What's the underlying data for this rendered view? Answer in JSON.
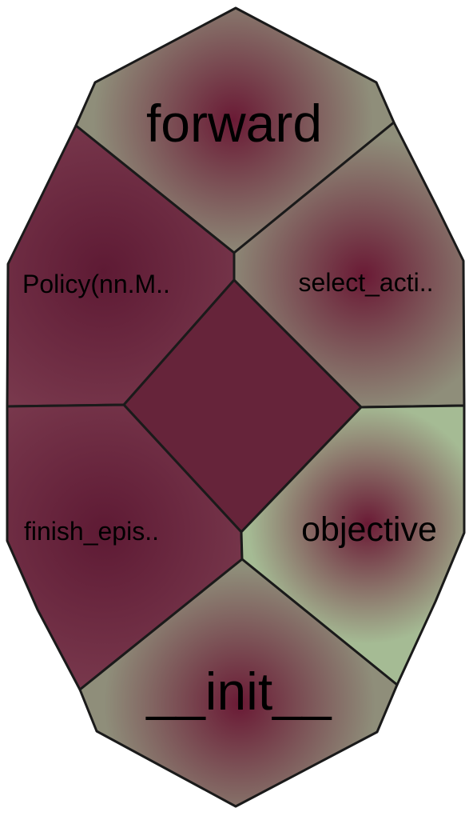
{
  "diagram": {
    "cells": [
      {
        "id": "forward",
        "label": "forward",
        "style": "gradient",
        "base": "#8f8e7a",
        "core": "#6a1a35"
      },
      {
        "id": "select",
        "label": "select_acti..",
        "style": "gradient",
        "base": "#8f8e7a",
        "core": "#6a1a35"
      },
      {
        "id": "policy",
        "label": "Policy(nn.M..",
        "style": "gradient",
        "base": "#7a3a4e",
        "core": "#5e1a34"
      },
      {
        "id": "center",
        "label": "",
        "style": "flat",
        "base": "#66243a"
      },
      {
        "id": "finish",
        "label": "finish_epis..",
        "style": "gradient",
        "base": "#7a3a4e",
        "core": "#5e1a34"
      },
      {
        "id": "objective",
        "label": "objective",
        "style": "gradient",
        "base": "#a5bb94",
        "core": "#6a1a35"
      },
      {
        "id": "init",
        "label": "__init__",
        "style": "gradient",
        "base": "#8f8e7a",
        "core": "#6a1a35"
      }
    ]
  }
}
